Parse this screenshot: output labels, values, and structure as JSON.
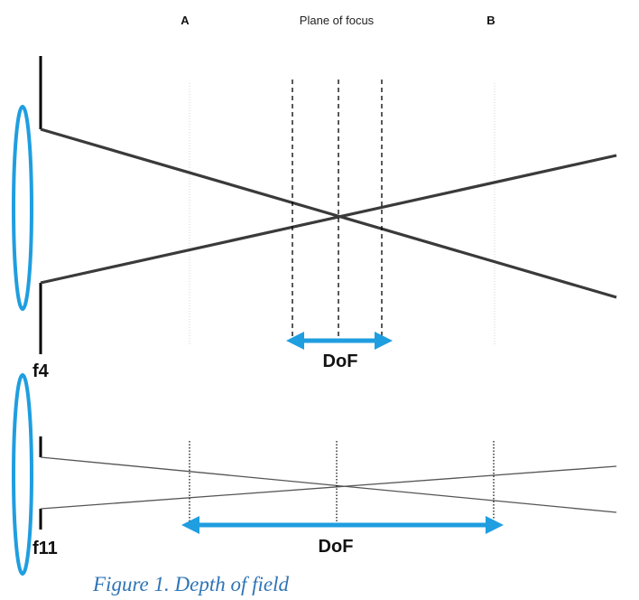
{
  "header": {
    "label_a": "A",
    "plane_of_focus": "Plane of focus",
    "label_b": "B"
  },
  "top_diagram": {
    "aperture_label": "f4",
    "dof_label": "DoF"
  },
  "bottom_diagram": {
    "aperture_label": "f11",
    "dof_label": "DoF"
  },
  "caption": "Figure 1. Depth of field",
  "colors": {
    "accent": "#1f9ee0",
    "caption": "#2e74b5",
    "ray_top": "#3a3a3a",
    "ray_bottom": "#555555"
  }
}
